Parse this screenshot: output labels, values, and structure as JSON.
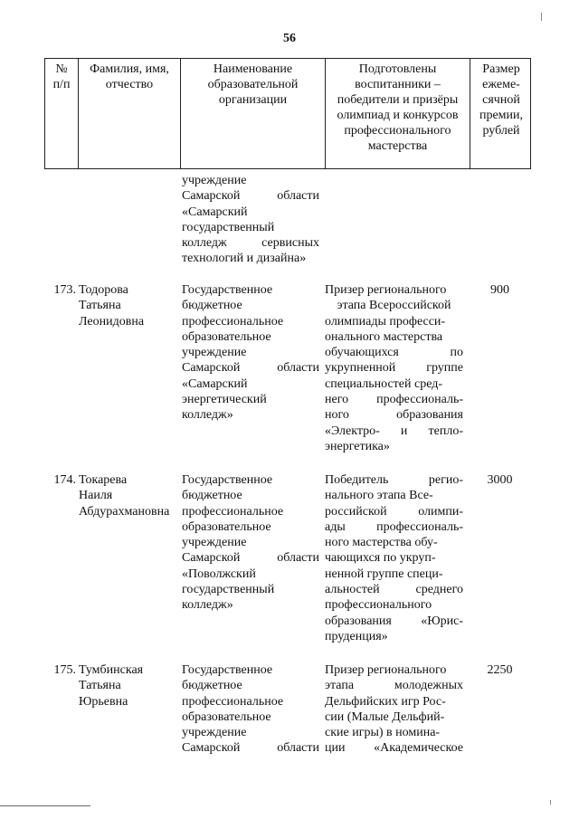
{
  "page_number": "56",
  "table": {
    "headers": {
      "num": [
        "№",
        "п/п"
      ],
      "name": [
        "Фамилия, имя,",
        "отчество"
      ],
      "org": [
        "Наименование",
        "образовательной",
        "организации"
      ],
      "award": [
        "Подготовлены",
        "воспитанники –",
        "победители и призёры",
        "олимпиад и конкурсов",
        "профессионального",
        "мастерства"
      ],
      "prize": [
        "Размер",
        "ежеме-",
        "сячной",
        "премии,",
        "рублей"
      ]
    },
    "continuation": {
      "org": [
        "учреждение",
        "Самарской области",
        "«Самарский",
        "государственный",
        "колледж сервисных",
        "технологий и дизайна»"
      ]
    },
    "rows": [
      {
        "num": "173.",
        "name": [
          "Тодорова",
          "Татьяна",
          "Леонидовна"
        ],
        "org": [
          "Государственное",
          "бюджетное",
          "профессиональное",
          "образовательное",
          "учреждение",
          "Самарской области",
          "«Самарский",
          "энергетический",
          "колледж»"
        ],
        "award": [
          "Призер регионального",
          "этапа Всероссийской",
          "олимпиады професси-",
          "онального мастерства",
          "обучающихся по",
          "укрупненной группе",
          "специальностей сред-",
          "него профессиональ-",
          "ного образования",
          "«Электро- и тепло-",
          "энергетика»"
        ],
        "prize": "900"
      },
      {
        "num": "174.",
        "name": [
          "Токарева",
          "Наиля",
          "Абдурахмановна"
        ],
        "org": [
          "Государственное",
          "бюджетное",
          "профессиональное",
          "образовательное",
          "учреждение",
          "Самарской области",
          "«Поволжский",
          "государственный",
          "колледж»"
        ],
        "award": [
          "Победитель регио-",
          "нального этапа Все-",
          "российской олимпи-",
          "ады профессиональ-",
          "ного мастерства обу-",
          "чающихся по укруп-",
          "ненной группе специ-",
          "альностей среднего",
          "профессионального",
          "образования «Юрис-",
          "пруденция»"
        ],
        "prize": "3000"
      },
      {
        "num": "175.",
        "name": [
          "Тумбинская",
          "Татьяна",
          "Юрьевна"
        ],
        "org": [
          "Государственное",
          "бюджетное",
          "профессиональное",
          "образовательное",
          "учреждение",
          "Самарской области"
        ],
        "award": [
          "Призер регионального",
          "этапа молодежных",
          "Дельфийских игр Рос-",
          "сии (Малые Дельфий-",
          "ские игры) в номина-",
          "ции «Академическое"
        ],
        "prize": "2250"
      }
    ]
  }
}
